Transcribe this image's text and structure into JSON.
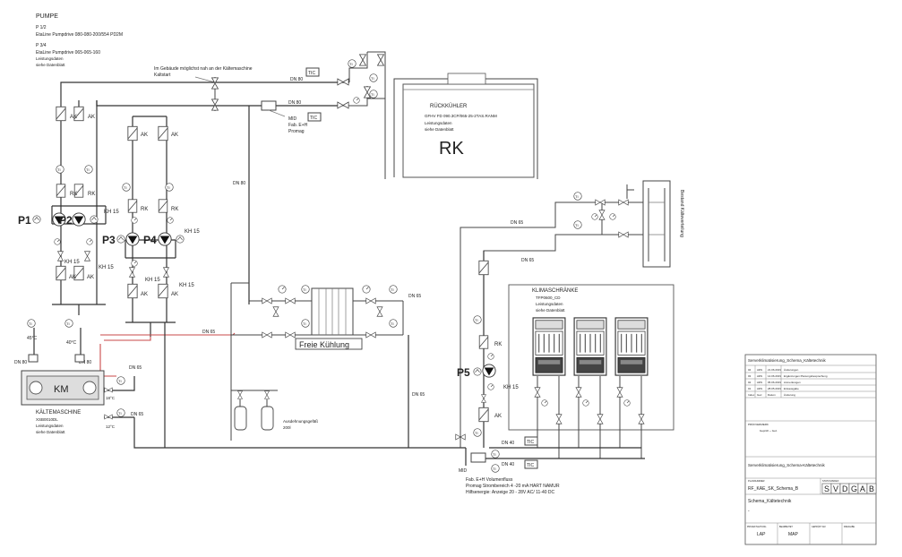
{
  "notes": {
    "pumpe": "PUMPE",
    "p12": "P 1/2",
    "p12_model": "EtaLine Pumpdrive 080-080-200/554 PD2M",
    "p34": "P 3/4",
    "p34_model": "EtaLine Pumpdrive 065-065-160",
    "leistungsdaten": "Leistungsdaten",
    "siehe_datenblatt": "siehe Datenblatt",
    "gebaeude_note_1": "Im Gebäude möglichst nah an der Kältemaschine",
    "gebaeude_note_2": "Kaltstart"
  },
  "rueckkuehler": {
    "title": "RÜCKKÜHLER",
    "model": "GFHV FD 090.3CP/065-25-2TAS.RANM",
    "leistungsdaten": "Leistungsdaten",
    "siehe": "siehe Datenblatt",
    "abbr": "RK"
  },
  "kaeltemaschine": {
    "abbr": "KM",
    "title": "KÄLTEMASCHINE",
    "model": "XSB0010DL",
    "leistungsdaten": "Leistungsdaten",
    "siehe": "siehe Datenblatt"
  },
  "klimaschraenke": {
    "title": "KLIMASCHRÄNKE",
    "model": "TFP0600_CD",
    "leistungsdaten": "Leistungsdaten",
    "siehe": "siehe Datenblatt"
  },
  "freie_kuehlung": "Freie Kühlung",
  "ausdehnung": {
    "line1": "Ausdehnungsgefäß",
    "line2": "200l"
  },
  "buero": "Bestand Kälteverteilung",
  "mid_top": {
    "label": "MID",
    "line2": "Fab. E+H",
    "line3": "Promag"
  },
  "mid_bottom": {
    "label": "MID",
    "line1": "Fab. E+H Volumenfluss",
    "line2": "Promag Strombereich 4 -20 mA HART NAMUR",
    "line3": "Hilfsenergie: Anzeige 20 - 28V AC/ 11-40 DC"
  },
  "labels": {
    "ak": "AK",
    "rk": "RK",
    "ti": "TI",
    "tic": "TIC",
    "kh15": "KH 15",
    "p1": "P1",
    "p2": "P2",
    "p3": "P3",
    "p4": "P4",
    "p5": "P5",
    "dn80": "DN 80",
    "dn65": "DN 65",
    "dn40": "DN 40",
    "t45": "45°C",
    "t40": "40°C",
    "t18": "18°C",
    "t12": "12°C"
  },
  "titleblock": {
    "header": "Serverklimatisierung_Schema_Kältetechnik",
    "rev_rows": [
      {
        "c1": "04",
        "c2": "ADS",
        "c3": "21.06.2019",
        "c4": "Änderungen"
      },
      {
        "c1": "03",
        "c2": "ADS",
        "c3": "14.06.2019",
        "c4": "Ergänzungen Planungsbesprechung"
      },
      {
        "c1": "02",
        "c2": "ADS",
        "c3": "05.06.2019",
        "c4": "Anmerkungen"
      },
      {
        "c1": "01",
        "c2": "ADS",
        "c3": "28.05.2019",
        "c4": "Erstausgabe"
      },
      {
        "c1": "Index",
        "c2": "Gez.",
        "c3": "Datum",
        "c4": "Änderung"
      }
    ],
    "pruefvermerk": "PRÜFVERMERK",
    "pruefer": "Geprüft ─ Gez.",
    "project": "Serverklimatisierung_Schema-Kältetechnik",
    "drawing_no_label": "PLANNUMMER",
    "drawing_no": "RF_KAE_SK_Schema_B",
    "status_label": "STATUS/INDEX",
    "status_letters": [
      "S",
      "V",
      "D",
      "G",
      "A",
      "B"
    ],
    "plan_title": "Schema_Kältetechnik",
    "dash": "-",
    "sign_labels": [
      "PROJEKTLEITUNG",
      "BEARBEITET",
      "GEPRÜFT AM",
      "FREIGABE"
    ],
    "sign1": "LAP",
    "sign2": "MAP"
  }
}
